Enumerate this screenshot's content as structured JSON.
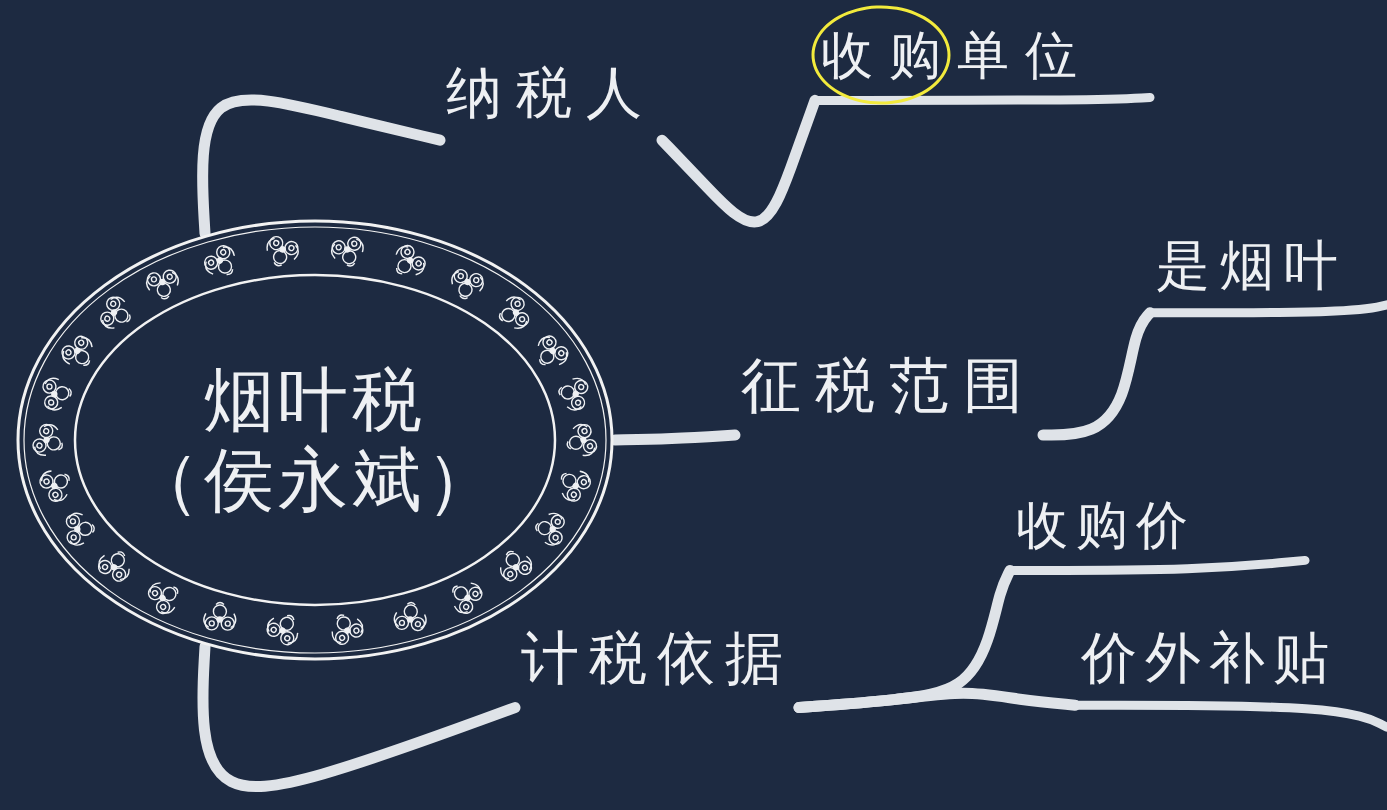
{
  "diagram": {
    "nodes": [
      {
        "text": [
          "烟叶税 （侯永斌）"
        ]
      },
      {
        "text": [
          "纳税人"
        ]
      },
      {
        "text": [
          "收购单位"
        ]
      },
      {
        "text": [
          "征税范围"
        ]
      },
      {
        "text": [
          "是烟叶"
        ]
      },
      {
        "text": [
          "计税依据"
        ]
      },
      {
        "text": [
          "收购价"
        ]
      },
      {
        "text": [
          "价外补贴"
        ]
      }
    ],
    "edges": [
      {
        "from": 0,
        "to": 1,
        "arrow": "none"
      },
      {
        "from": 1,
        "to": 2,
        "arrow": "none"
      },
      {
        "from": 0,
        "to": 3,
        "arrow": "none"
      },
      {
        "from": 3,
        "to": 4,
        "arrow": "none"
      },
      {
        "from": 0,
        "to": 5,
        "arrow": "none"
      },
      {
        "from": 5,
        "to": 6,
        "arrow": "none"
      },
      {
        "from": 5,
        "to": 7,
        "arrow": "none"
      }
    ]
  }
}
